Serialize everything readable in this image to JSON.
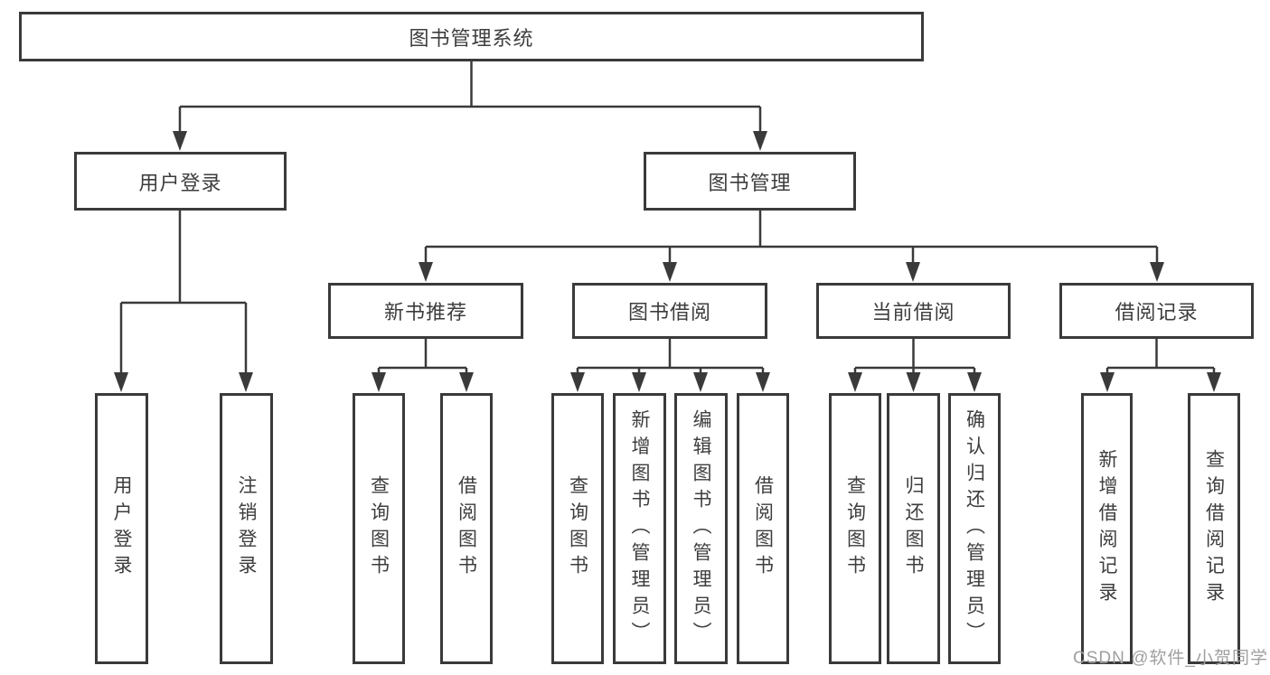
{
  "diagram": {
    "root": {
      "label": "图书管理系统",
      "children": [
        {
          "label": "用户登录",
          "children": [
            {
              "label": "用户登录"
            },
            {
              "label": "注销登录"
            }
          ]
        },
        {
          "label": "图书管理",
          "children": [
            {
              "label": "新书推荐",
              "children": [
                {
                  "label": "查询图书"
                },
                {
                  "label": "借阅图书"
                }
              ]
            },
            {
              "label": "图书借阅",
              "children": [
                {
                  "label": "查询图书"
                },
                {
                  "label": "新增图书（管理员）"
                },
                {
                  "label": "编辑图书（管理员）"
                },
                {
                  "label": "借阅图书"
                }
              ]
            },
            {
              "label": "当前借阅",
              "children": [
                {
                  "label": "查询图书"
                },
                {
                  "label": "归还图书"
                },
                {
                  "label": "确认归还（管理员）"
                }
              ]
            },
            {
              "label": "借阅记录",
              "children": [
                {
                  "label": "新增借阅记录"
                },
                {
                  "label": "查询借阅记录"
                }
              ]
            }
          ]
        }
      ]
    }
  },
  "watermark": {
    "text": "CSDN @软件_小贺同学"
  },
  "colors": {
    "line": "#3a3a3a",
    "text": "#3d3d3d",
    "watermark": "#9f9f9f",
    "background": "#ffffff"
  }
}
